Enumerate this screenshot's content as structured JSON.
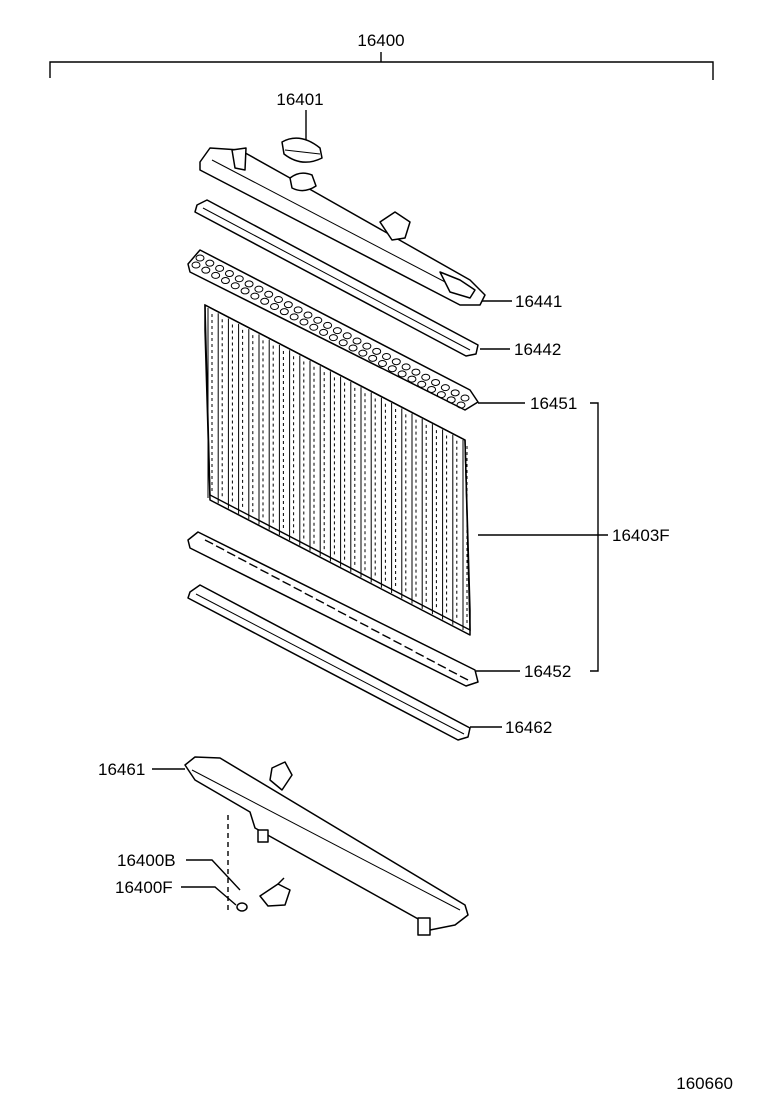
{
  "parts": {
    "assembly": "16400",
    "cap": "16401",
    "upper_tank": "16441",
    "upper_gasket": "16442",
    "upper_plate": "16451",
    "core": "16403F",
    "lower_plate": "16452",
    "lower_gasket": "16462",
    "lower_tank": "16461",
    "drain_o_ring": "16400B",
    "drain_cock": "16400F"
  },
  "figure_number": "160660"
}
